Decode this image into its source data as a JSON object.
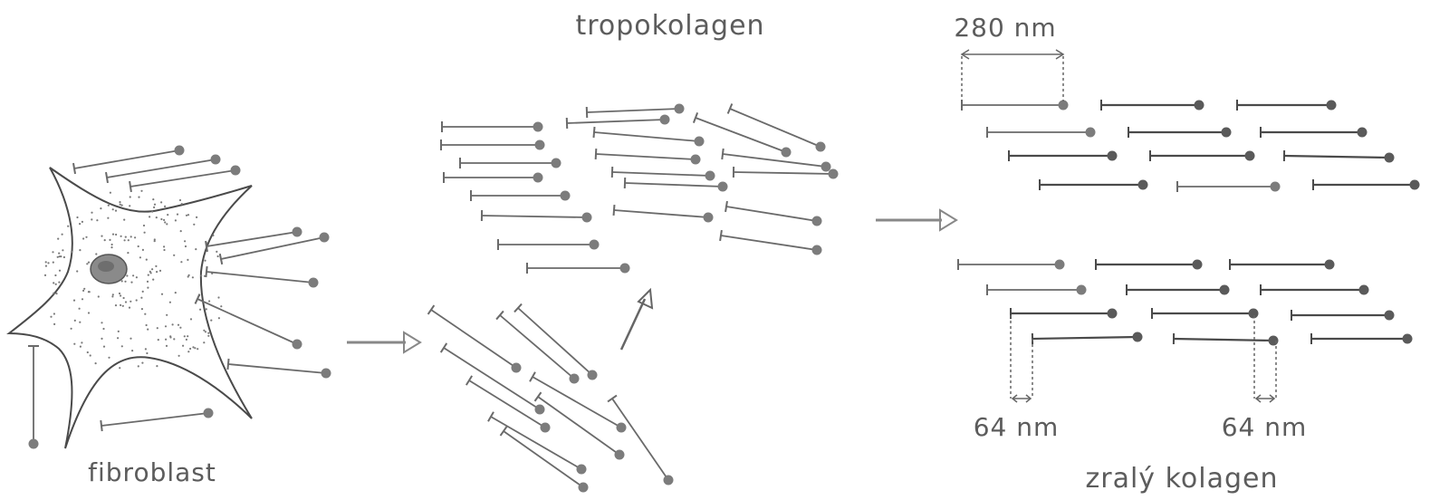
{
  "labels": {
    "tropocollagen": "tropokolagen",
    "fibroblast": "fibroblast",
    "mature_collagen": "zralý kolagen",
    "length": "280 nm",
    "gap_left": "64 nm",
    "gap_right": "64 nm"
  },
  "colors": {
    "ink": "#6a6a6a",
    "cell_outline": "#4a4a4a",
    "dots": "#7a7a7a",
    "nucleus": "#8a8a8a",
    "head": "#7c7c7c"
  }
}
